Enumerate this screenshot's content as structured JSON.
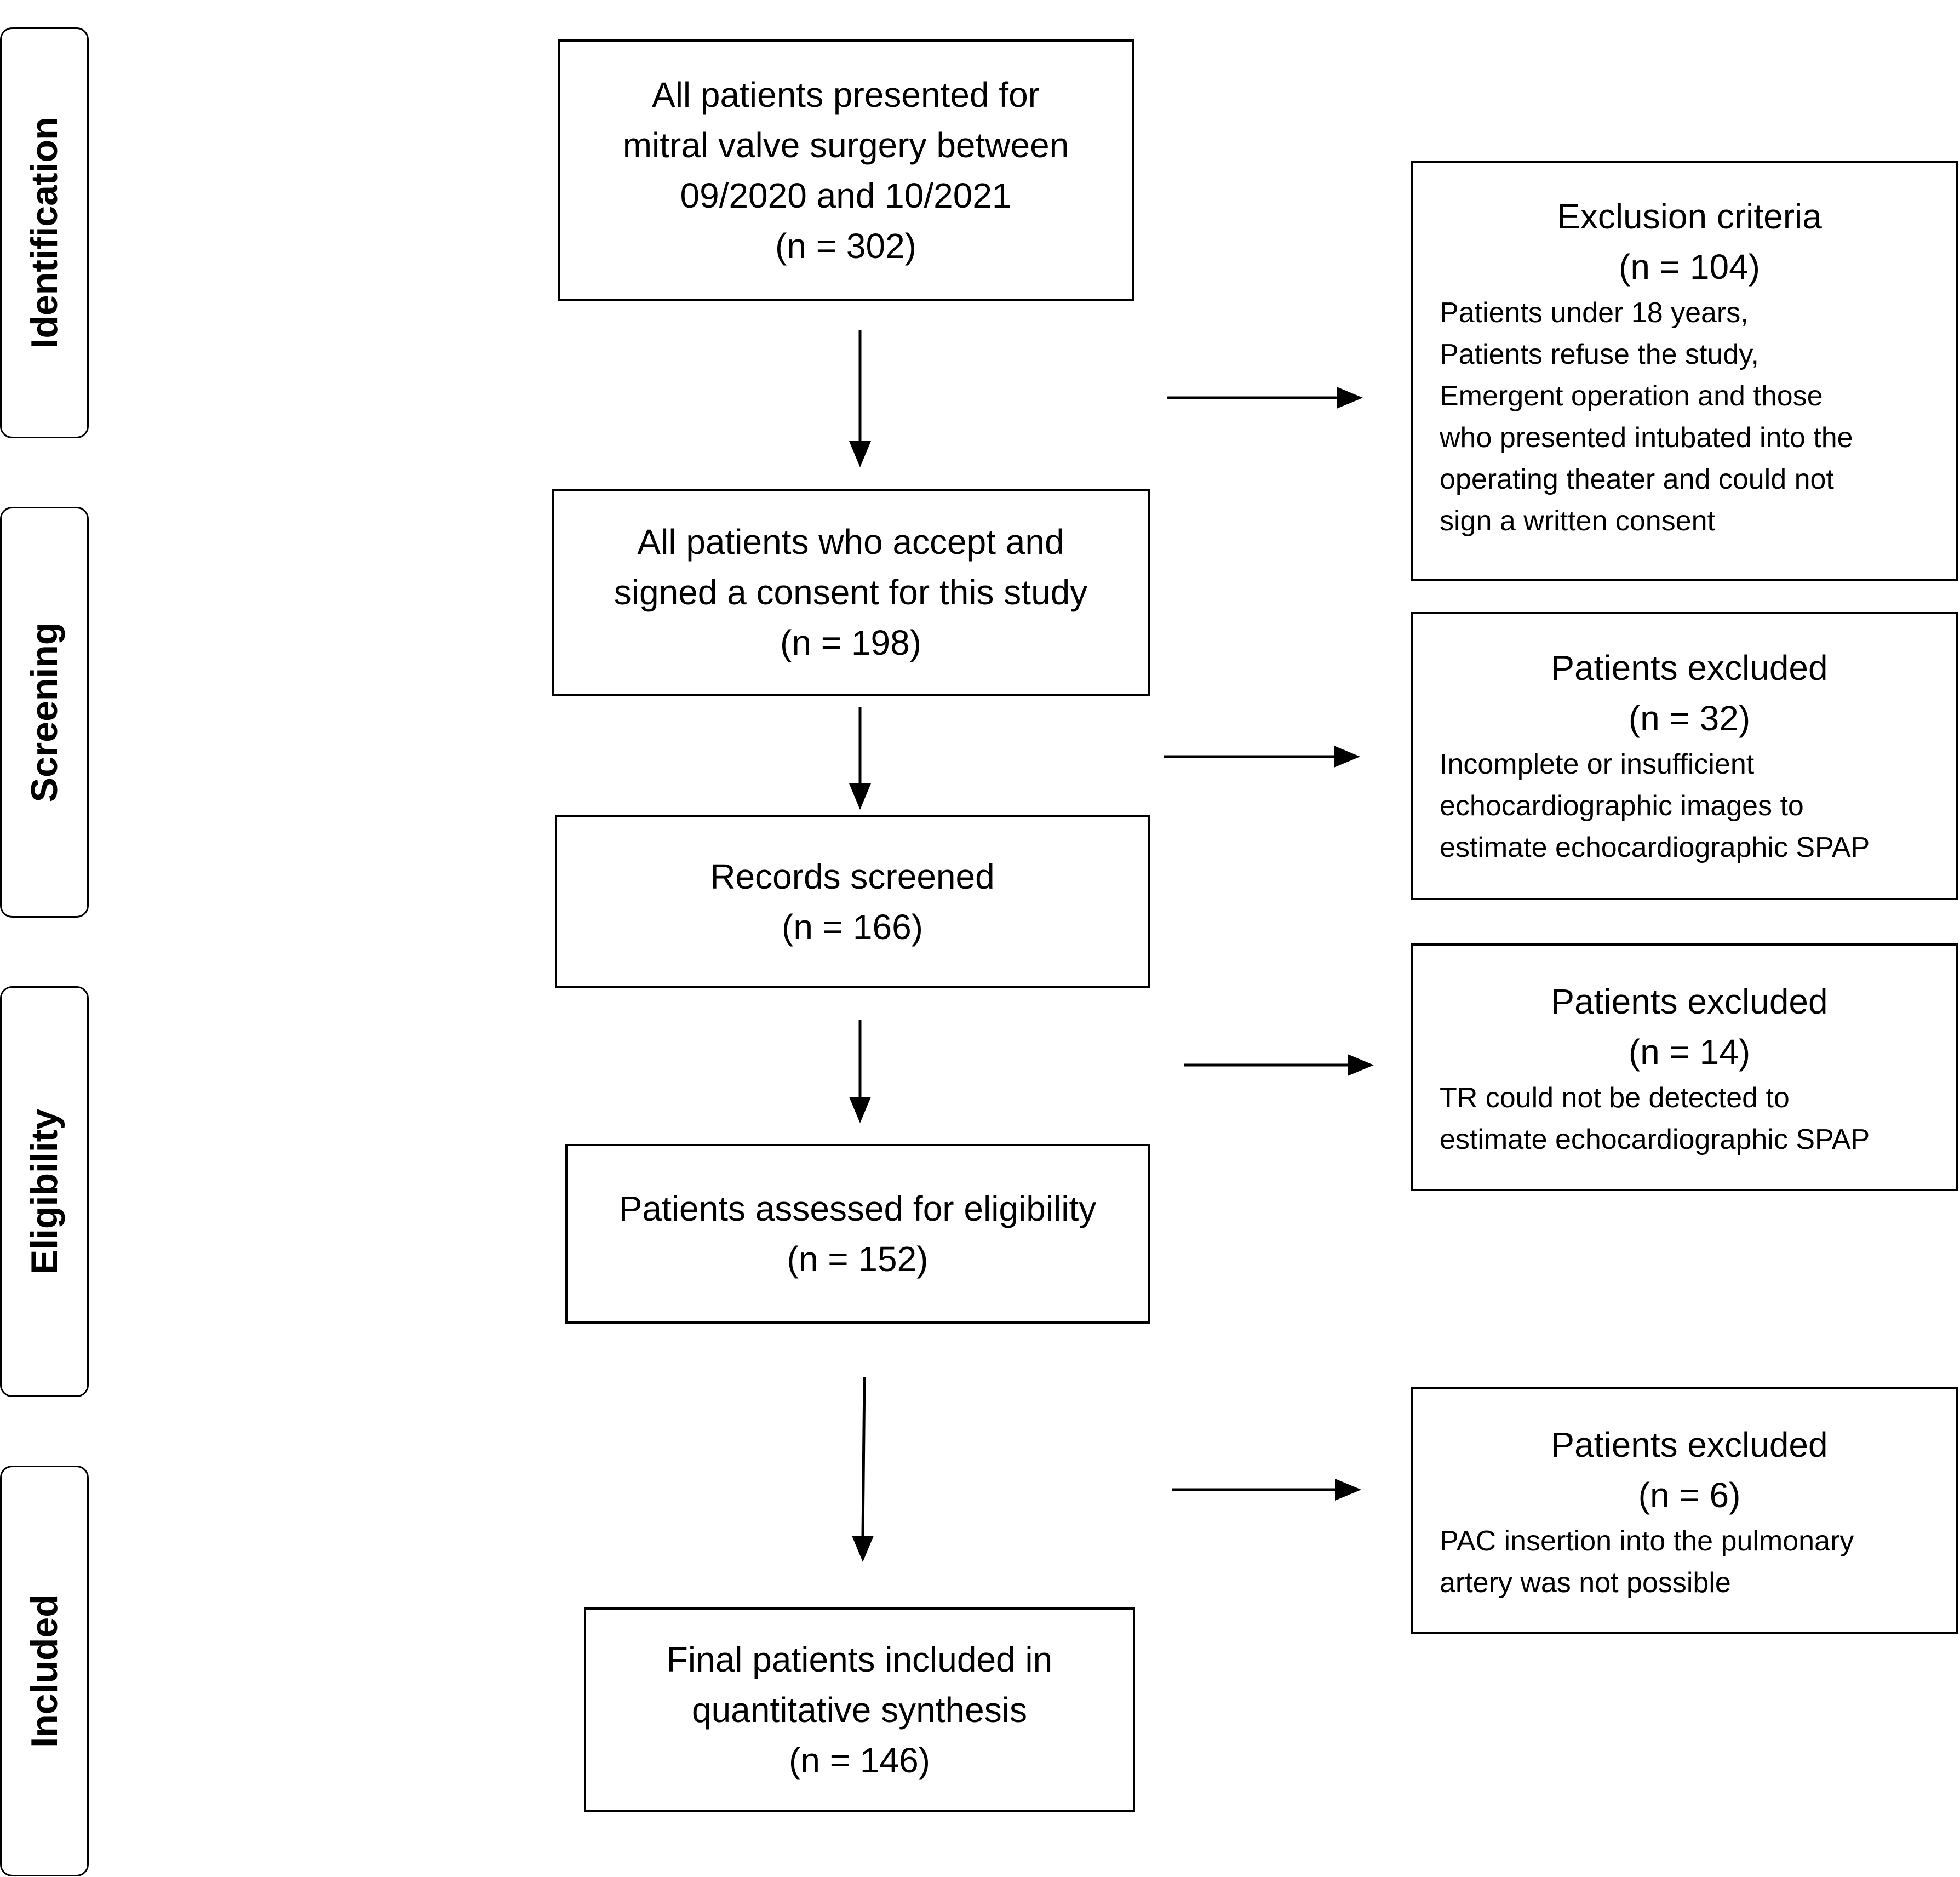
{
  "phases": {
    "identification": "Identification",
    "screening": "Screening",
    "eligibility": "Eligibility",
    "included": "Included"
  },
  "main_boxes": {
    "all_presented": {
      "lines": [
        "All patients presented for",
        "mitral valve surgery between",
        "09/2020 and 10/2021",
        "(n = 302)"
      ]
    },
    "consented": {
      "lines": [
        "All patients who accept and",
        "signed a consent for this study",
        "(n = 198)"
      ]
    },
    "records_screened": {
      "lines": [
        "Records screened",
        "(n = 166)"
      ]
    },
    "assessed_eligibility": {
      "lines": [
        "Patients assessed for eligibility",
        "(n = 152)"
      ]
    },
    "final_included": {
      "lines": [
        "Final patients included in",
        "quantitative synthesis",
        "(n = 146)"
      ]
    }
  },
  "side_boxes": {
    "exclusion_criteria": {
      "title": "Exclusion criteria",
      "count": "(n = 104)",
      "details": [
        "Patients under 18 years,",
        "Patients refuse the study,",
        "Emergent operation and those",
        "who presented intubated into the",
        "operating theater and could not",
        "sign a written consent"
      ]
    },
    "excluded_echo_images": {
      "title": "Patients excluded",
      "count": "(n = 32)",
      "details": [
        "Incomplete or insufficient",
        "echocardiographic images to",
        "estimate echocardiographic SPAP"
      ]
    },
    "excluded_tr": {
      "title": "Patients excluded",
      "count": "(n = 14)",
      "details": [
        "TR could not be detected to",
        "estimate echocardiographic SPAP"
      ]
    },
    "excluded_pac": {
      "title": "Patients excluded",
      "count": "(n = 6)",
      "details": [
        "PAC insertion into the pulmonary",
        "artery was not possible"
      ]
    }
  }
}
